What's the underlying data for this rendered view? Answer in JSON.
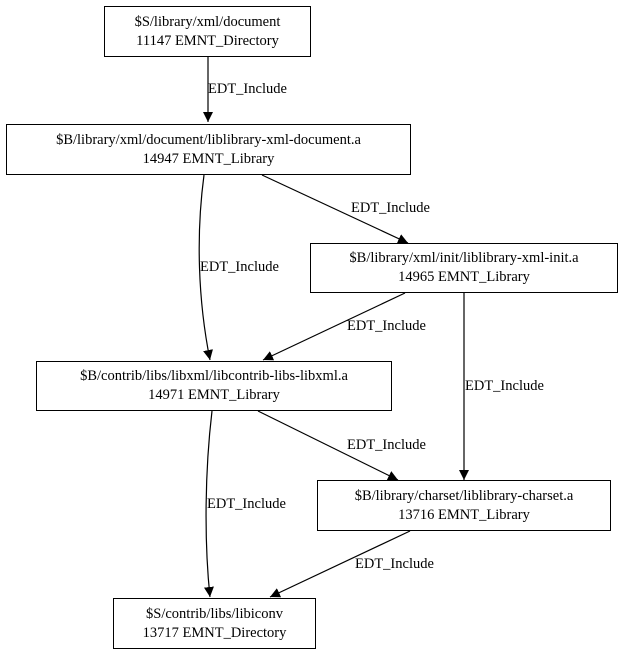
{
  "graph": {
    "nodes": [
      {
        "id": "n1",
        "path": "$S/library/xml/document",
        "info": "11147 EMNT_Directory"
      },
      {
        "id": "n2",
        "path": "$B/library/xml/document/liblibrary-xml-document.a",
        "info": "14947 EMNT_Library"
      },
      {
        "id": "n3",
        "path": "$B/library/xml/init/liblibrary-xml-init.a",
        "info": "14965 EMNT_Library"
      },
      {
        "id": "n4",
        "path": "$B/contrib/libs/libxml/libcontrib-libs-libxml.a",
        "info": "14971 EMNT_Library"
      },
      {
        "id": "n5",
        "path": "$B/library/charset/liblibrary-charset.a",
        "info": "13716 EMNT_Library"
      },
      {
        "id": "n6",
        "path": "$S/contrib/libs/libiconv",
        "info": "13717 EMNT_Directory"
      }
    ],
    "edges": [
      {
        "from": "n1",
        "to": "n2",
        "label": "EDT_Include"
      },
      {
        "from": "n2",
        "to": "n3",
        "label": "EDT_Include"
      },
      {
        "from": "n2",
        "to": "n4",
        "label": "EDT_Include"
      },
      {
        "from": "n3",
        "to": "n4",
        "label": "EDT_Include"
      },
      {
        "from": "n3",
        "to": "n5",
        "label": "EDT_Include"
      },
      {
        "from": "n4",
        "to": "n5",
        "label": "EDT_Include"
      },
      {
        "from": "n4",
        "to": "n6",
        "label": "EDT_Include"
      },
      {
        "from": "n5",
        "to": "n6",
        "label": "EDT_Include"
      }
    ]
  }
}
